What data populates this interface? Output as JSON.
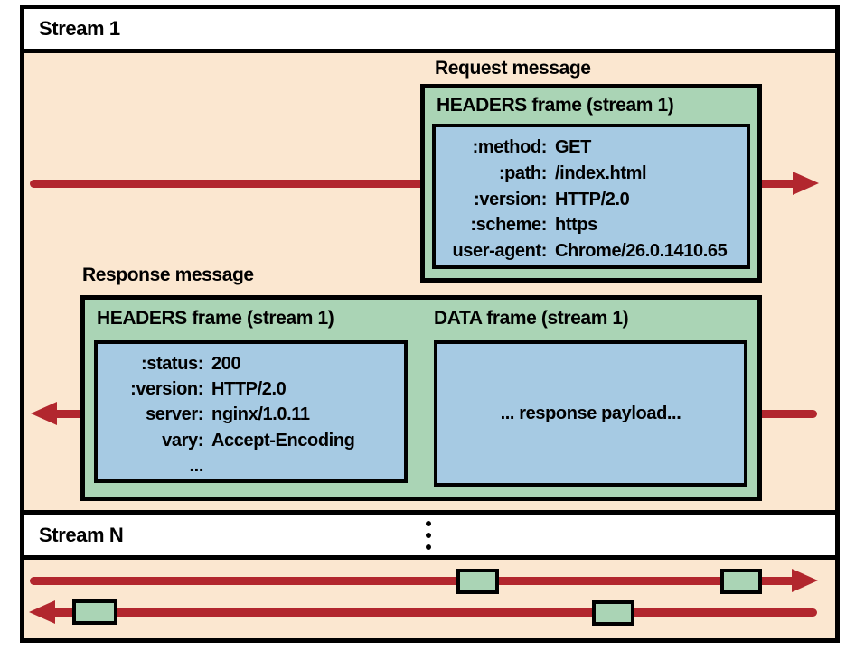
{
  "colors": {
    "peach": "#fbe7d0",
    "green": "#aad4b5",
    "blue": "#a6cae3",
    "red": "#b2272e",
    "ink": "#000000",
    "paper": "#ffffff"
  },
  "stream1": {
    "title": "Stream 1",
    "request": {
      "label": "Request message",
      "frame_title": "HEADERS frame (stream 1)",
      "headers": [
        {
          "key": ":method:",
          "value": "GET"
        },
        {
          "key": ":path:",
          "value": "/index.html"
        },
        {
          "key": ":version:",
          "value": "HTTP/2.0"
        },
        {
          "key": ":scheme:",
          "value": "https"
        },
        {
          "key": "user-agent:",
          "value": "Chrome/26.0.1410.65"
        }
      ]
    },
    "response": {
      "label": "Response message",
      "headers_frame_title": "HEADERS frame (stream 1)",
      "headers": [
        {
          "key": ":status:",
          "value": "200"
        },
        {
          "key": ":version:",
          "value": "HTTP/2.0"
        },
        {
          "key": "server:",
          "value": "nginx/1.0.11"
        },
        {
          "key": "vary:",
          "value": "Accept-Encoding"
        },
        {
          "key": "...",
          "value": ""
        }
      ],
      "data_frame_title": "DATA frame (stream 1)",
      "data_frame_payload": "... response payload..."
    }
  },
  "streamN": {
    "title": "Stream N"
  }
}
